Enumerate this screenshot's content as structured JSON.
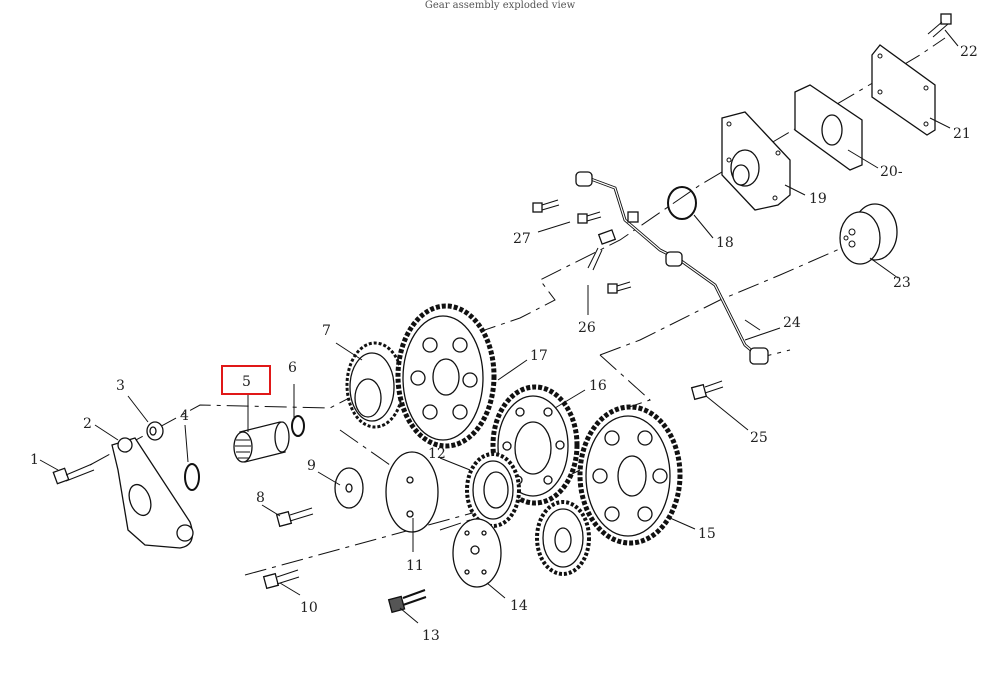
{
  "caption": "Gear assembly exploded view",
  "highlight": {
    "part": "5",
    "color": "#e01818"
  },
  "parts": [
    {
      "n": "1"
    },
    {
      "n": "2"
    },
    {
      "n": "3"
    },
    {
      "n": "4"
    },
    {
      "n": "5"
    },
    {
      "n": "6"
    },
    {
      "n": "7"
    },
    {
      "n": "8"
    },
    {
      "n": "9"
    },
    {
      "n": "10"
    },
    {
      "n": "11"
    },
    {
      "n": "12"
    },
    {
      "n": "13"
    },
    {
      "n": "14"
    },
    {
      "n": "15"
    },
    {
      "n": "16"
    },
    {
      "n": "17"
    },
    {
      "n": "18"
    },
    {
      "n": "19"
    },
    {
      "n": "20-"
    },
    {
      "n": "21"
    },
    {
      "n": "22"
    },
    {
      "n": "23"
    },
    {
      "n": "24"
    },
    {
      "n": "25"
    },
    {
      "n": "26"
    },
    {
      "n": "27"
    }
  ]
}
